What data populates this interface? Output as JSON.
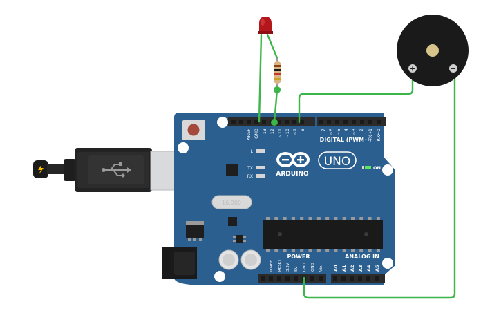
{
  "board": {
    "brand": "ARDUINO",
    "model": "UNO",
    "digital_label": "DIGITAL (PWM~)",
    "power_label": "POWER",
    "analog_label": "ANALOG IN",
    "on_label": "ON",
    "led_labels": [
      "L",
      "TX",
      "RX"
    ],
    "crystal_label": "16.000",
    "top_pins": [
      "AREF",
      "GND",
      "13",
      "12",
      "~11",
      "~10",
      "~9",
      "8",
      "7",
      "~6",
      "~5",
      "4",
      "~3",
      "2",
      "TX→1",
      "RX←0"
    ],
    "power_pins": [
      "IOREF",
      "RESET",
      "3.3V",
      "5V",
      "GND",
      "GND",
      "Vin"
    ],
    "analog_pins": [
      "A0",
      "A1",
      "A2",
      "A3",
      "A4",
      "A5"
    ]
  },
  "buzzer": {
    "plus": "+",
    "minus": "−"
  },
  "colors": {
    "board": "#2a5f8f",
    "board_dark": "#1f4c75",
    "wire": "#3cb54a",
    "led": "#b3161b",
    "buzzer": "#1a1a1a",
    "header": "#2b2b2b",
    "usb_connector": "#d9dadb"
  },
  "icons": [
    "usb-symbol-icon",
    "arduino-infinity-logo-icon",
    "lightning-icon"
  ]
}
